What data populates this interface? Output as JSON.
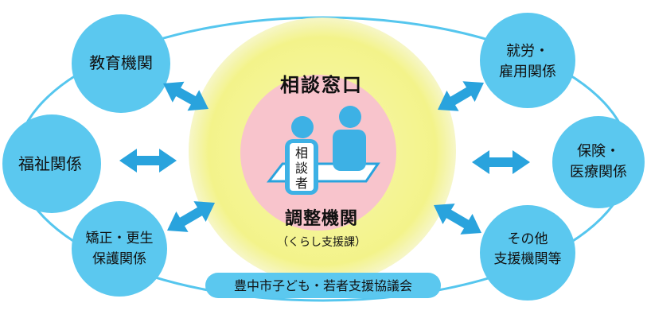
{
  "center": {
    "title": "相談窓口",
    "counselee_chars": [
      "相",
      "談",
      "者"
    ],
    "coordinator": "調整機関",
    "coordinator_sub": "（くらし支援課）"
  },
  "nodes": {
    "education": "教育機関",
    "welfare": "福祉関係",
    "correction": [
      "矯正・更生",
      "保護関係"
    ],
    "employment": [
      "就労・",
      "雇用関係"
    ],
    "health": [
      "保険・",
      "医療関係"
    ],
    "other": [
      "その他",
      "支援機関等"
    ]
  },
  "council": "豊中市子ども・若者支援協議会",
  "colors": {
    "circle": "#5bc8ef",
    "arrow": "#29a3dd",
    "ring": "#55c6ee",
    "center_outer": "#f5f599",
    "center_inner": "#f8c4cc",
    "person": "#3db1e5"
  }
}
